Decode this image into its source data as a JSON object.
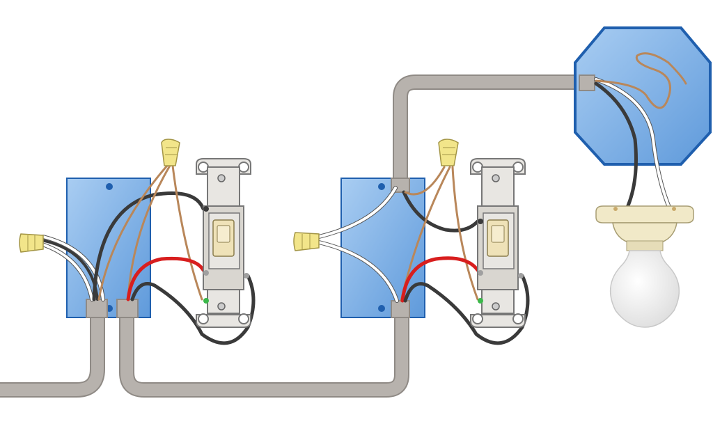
{
  "diagram": {
    "kind": "three-way switch wiring illustration",
    "text_labels": [],
    "components": {
      "switch_box_1": "switch-box-left",
      "switch_box_2": "switch-box-middle",
      "three_way_switch_1": "three-way-switch-left",
      "three_way_switch_2": "three-way-switch-right",
      "fixture_box": "octagon-ceiling-box",
      "lamp": "light-bulb",
      "wire_nuts": [
        "wire-nut-feed",
        "wire-nut-ground-left",
        "wire-nut-neutral",
        "wire-nut-ground-right"
      ]
    },
    "colors": {
      "background": "#ffffff",
      "box_fill": "#7aaee6",
      "box_fill_light": "#a9cdf2",
      "box_stroke": "#1f5fae",
      "cable": "#b7b2ad",
      "cable_stroke": "#8f8a85",
      "wire_black": "#3a3a3a",
      "wire_white": "#ffffff",
      "wire_red": "#d81e1e",
      "wire_bare": "#b9875a",
      "wire_nut": "#f2e58a",
      "switch_plate": "#e8e6e2",
      "switch_toggle": "#efe2b8",
      "bulb_glass": "#f3f3f3",
      "socket": "#f1e9c8"
    }
  }
}
